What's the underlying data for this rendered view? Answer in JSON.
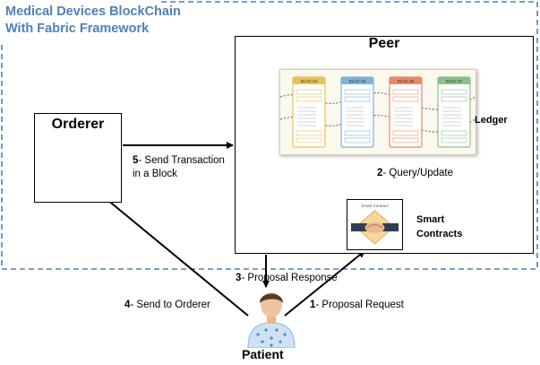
{
  "title": {
    "line1": "Medical Devices BlockChain",
    "line2": "With Fabric Framework"
  },
  "orderer": {
    "label": "Orderer"
  },
  "peer": {
    "label": "Peer"
  },
  "ledger": {
    "label": "Ledger",
    "blocks": [
      {
        "title": "BLOC 64",
        "color": "#e8c25a"
      },
      {
        "title": "BLOC 65",
        "color": "#7fb2d8"
      },
      {
        "title": "BLOC 66",
        "color": "#e58a6a"
      },
      {
        "title": "BLOC 67",
        "color": "#8cc08a"
      }
    ]
  },
  "smart_contracts": {
    "label_line1": "Smart",
    "label_line2": "Contracts",
    "icon_caption": "Smart Contract"
  },
  "patient": {
    "label": "Patient"
  },
  "arrows": {
    "a1": {
      "num": "1",
      "text": "- Proposal Request"
    },
    "a2": {
      "num": "2",
      "text": "- Query/Update"
    },
    "a3": {
      "num": "3",
      "text": "- Proposal  Response"
    },
    "a4": {
      "num": "4",
      "text": "- Send to Orderer"
    },
    "a5": {
      "num": "5",
      "text": "- Send Transaction",
      "line2": "in a Block"
    }
  },
  "colors": {
    "title_blue": "#4f7fbf",
    "dashed_border": "#4f7fbf"
  }
}
